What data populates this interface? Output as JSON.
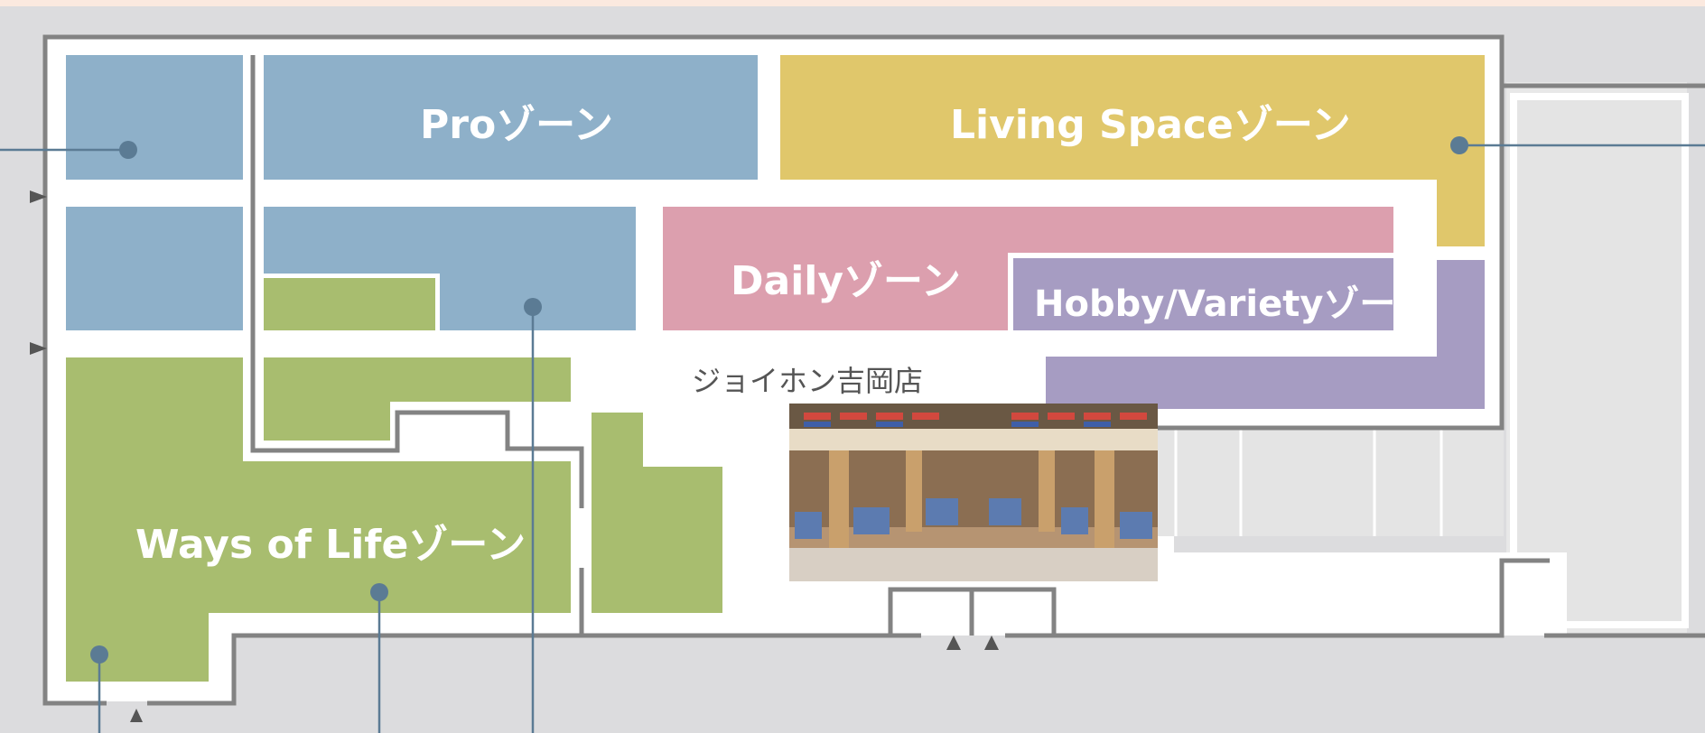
{
  "store": {
    "name": "ジョイホン吉岡店"
  },
  "zones": {
    "pro": {
      "label": "Proゾーン",
      "color": "#8eb0c9"
    },
    "living": {
      "label": "Living Spaceゾーン",
      "color": "#e0c76b"
    },
    "daily": {
      "label": "Dailyゾーン",
      "color": "#dc9fae"
    },
    "hobby": {
      "label": "Hobby/Varietyゾーン",
      "color": "#a69cc2"
    },
    "ways": {
      "label": "Ways of Lifeゾーン",
      "color": "#a8bd6f"
    }
  },
  "colors": {
    "wall": "#838383",
    "floor": "#ffffff",
    "outside": "#dcdcde",
    "leader_line": "#5b7b94",
    "parking": "#e4e4e4"
  },
  "icons": {
    "entrance_arrow_right": "triangle-right",
    "entrance_arrow_up": "triangle-up",
    "callout_dot": "circle"
  },
  "photo": {
    "description": "store-interior-photo"
  }
}
